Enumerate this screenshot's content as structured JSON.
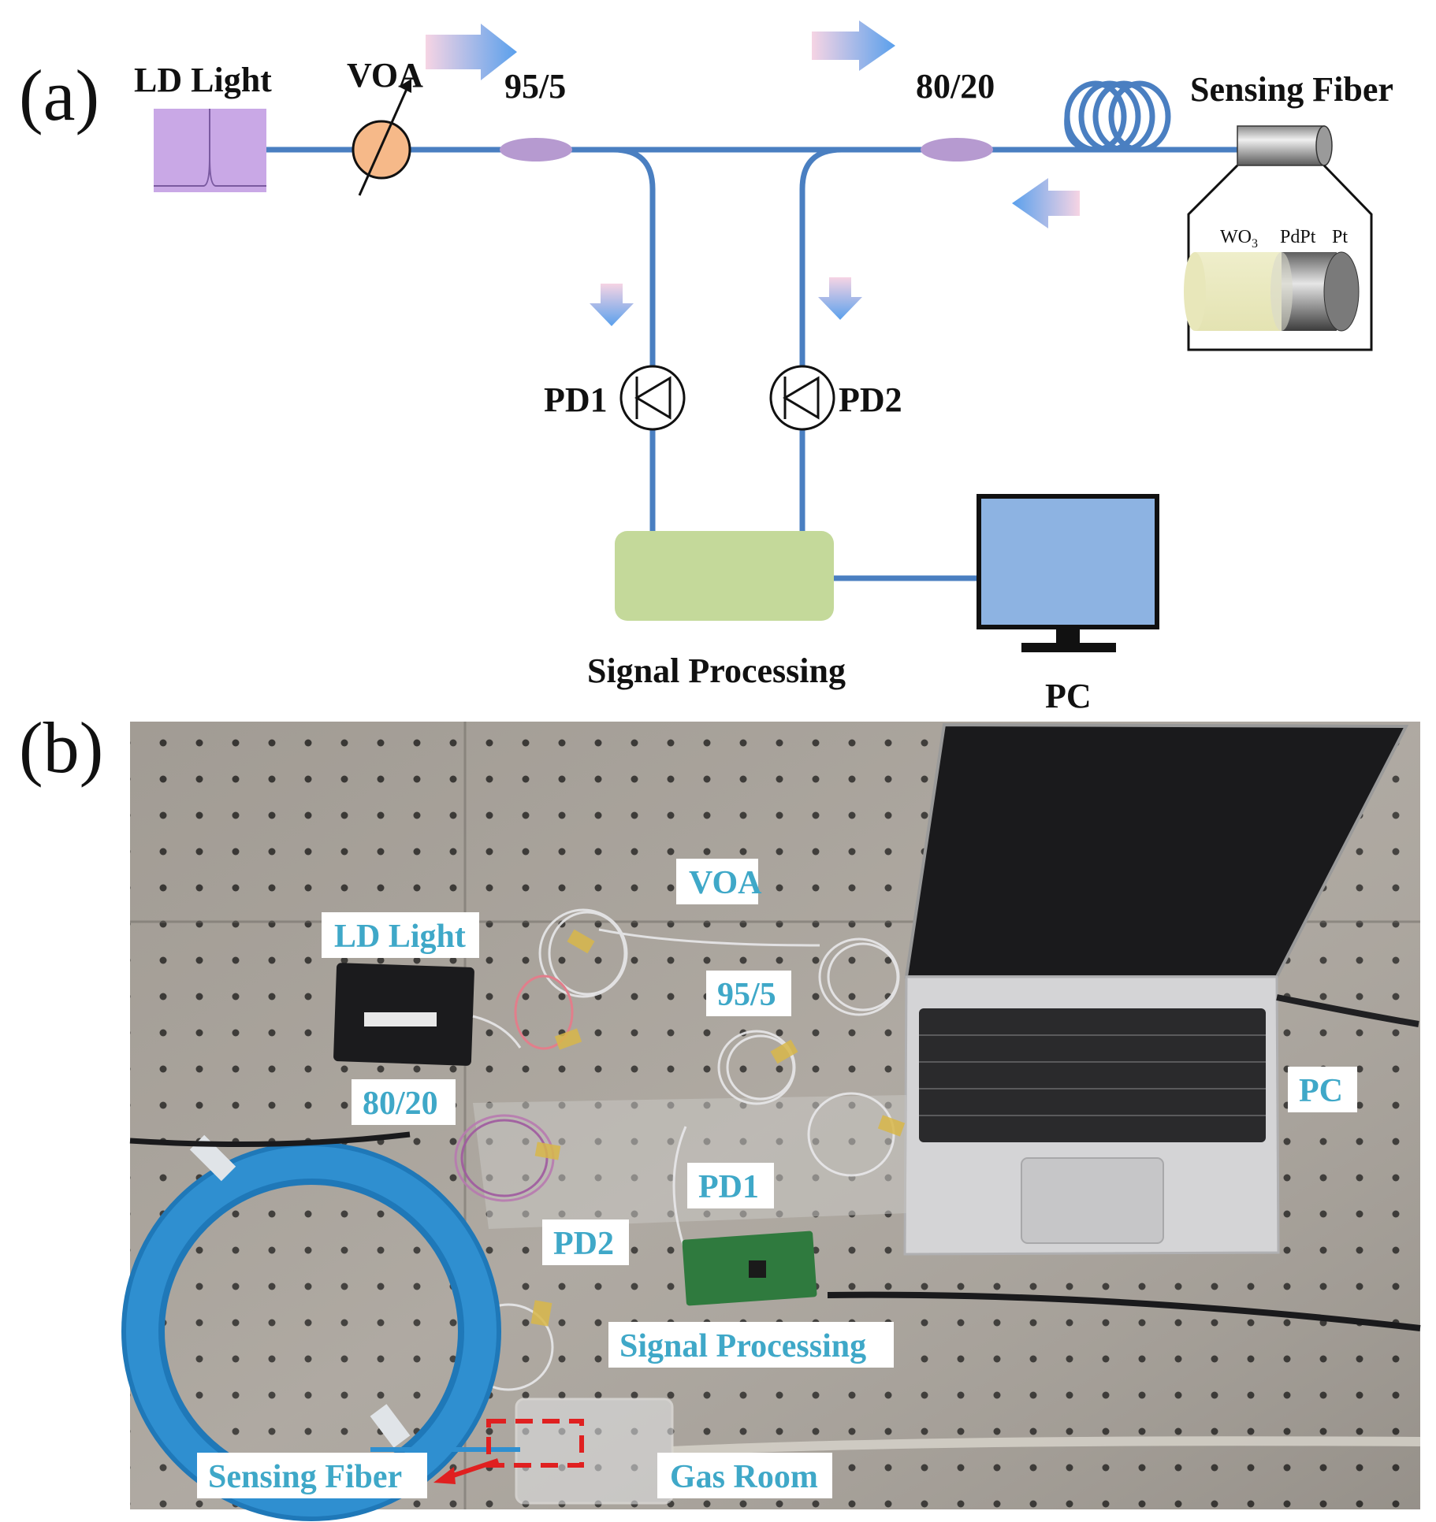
{
  "panel_a": {
    "label": "(a)",
    "components": {
      "ld_light": "LD Light",
      "voa": "VOA",
      "coupler_95_5": "95/5",
      "coupler_80_20": "80/20",
      "sensing_fiber": "Sensing Fiber",
      "pd1": "PD1",
      "pd2": "PD2",
      "signal_processing": "Signal Processing",
      "pc": "PC"
    },
    "inset_layers": {
      "wo": "WO",
      "wo_sub": "3",
      "pdpt": "PdPt",
      "pt": "Pt"
    },
    "colors": {
      "fiber": "#4a7fc1",
      "ld_box": "#c9a8e6",
      "voa_fill": "#f6b989",
      "coupler": "#b69ad0",
      "signal_box": "#c4d99a",
      "monitor": "#8db3e2",
      "arrow": "#5aa0ec",
      "arrow_tail": "#f2c6da"
    }
  },
  "panel_b": {
    "label": "(b)",
    "labels": {
      "voa": "VOA",
      "ld_light": "LD Light",
      "coupler_95_5": "95/5",
      "coupler_80_20": "80/20",
      "pc": "PC",
      "pd1": "PD1",
      "pd2": "PD2",
      "signal_processing": "Signal Processing",
      "sensing_fiber": "Sensing Fiber",
      "gas_room": "Gas Room"
    },
    "colors": {
      "label_text": "#3fa8c8",
      "label_box": "#ffffff",
      "marker": "#e02020"
    }
  }
}
